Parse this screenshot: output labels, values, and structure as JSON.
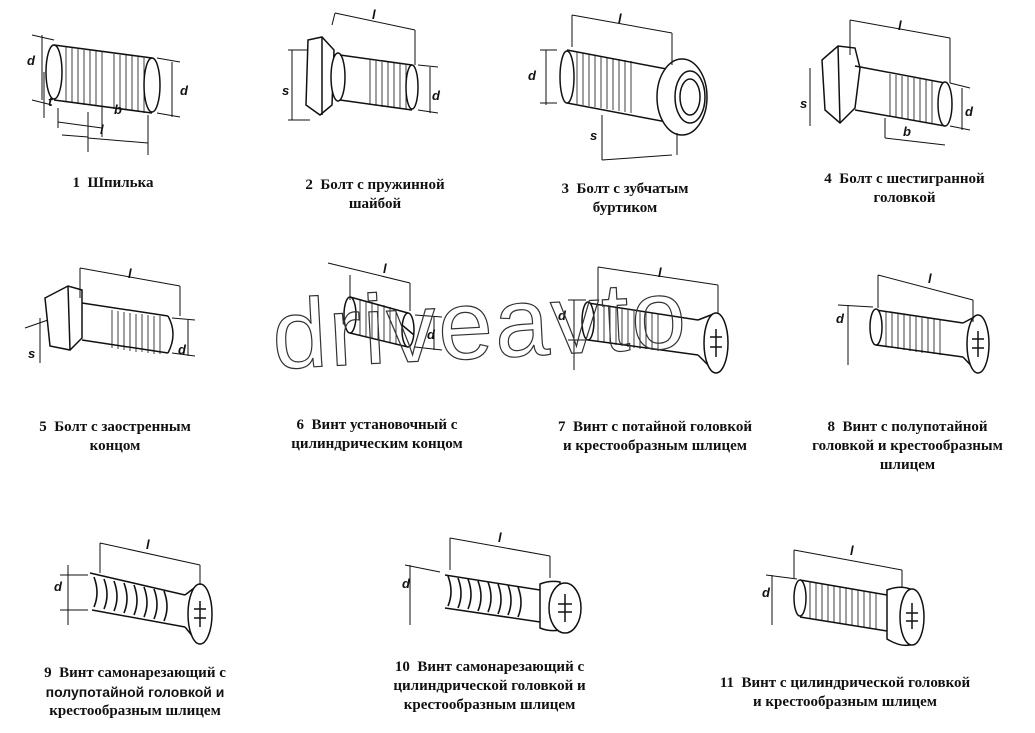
{
  "watermark": "driveavto",
  "dim_labels": {
    "d": "d",
    "l": "l",
    "b": "b",
    "s": "s",
    "t": "t"
  },
  "items": [
    {
      "num": "1",
      "lines": [
        "Шпилька"
      ]
    },
    {
      "num": "2",
      "lines": [
        "Болт с пружинной",
        "шайбой"
      ]
    },
    {
      "num": "3",
      "lines": [
        "Болт с зубчатым",
        "буртиком"
      ]
    },
    {
      "num": "4",
      "lines": [
        "Болт с шестигранной",
        "головкой"
      ]
    },
    {
      "num": "5",
      "lines": [
        "Болт с заостренным",
        "концом"
      ]
    },
    {
      "num": "6",
      "lines": [
        "Винт установочный с",
        "цилиндрическим концом"
      ]
    },
    {
      "num": "7",
      "lines": [
        "Винт с потайной головкой",
        "и крестообразным шлицем"
      ]
    },
    {
      "num": "8",
      "lines": [
        "Винт с  полупотайной",
        "головкой и крестообразным",
        "шлицем"
      ]
    },
    {
      "num": "9",
      "lines": [
        "Винт самонарезающий с",
        "полупотайной  головкой и",
        "крестообразным шлицем"
      ]
    },
    {
      "num": "10",
      "lines": [
        "Винт самонарезающий с",
        "цилиндрической головкой и",
        "крестообразным шлицем"
      ]
    },
    {
      "num": "11",
      "lines": [
        "Винт с цилиндрической головкой",
        "и крестообразным шлицем"
      ]
    }
  ]
}
